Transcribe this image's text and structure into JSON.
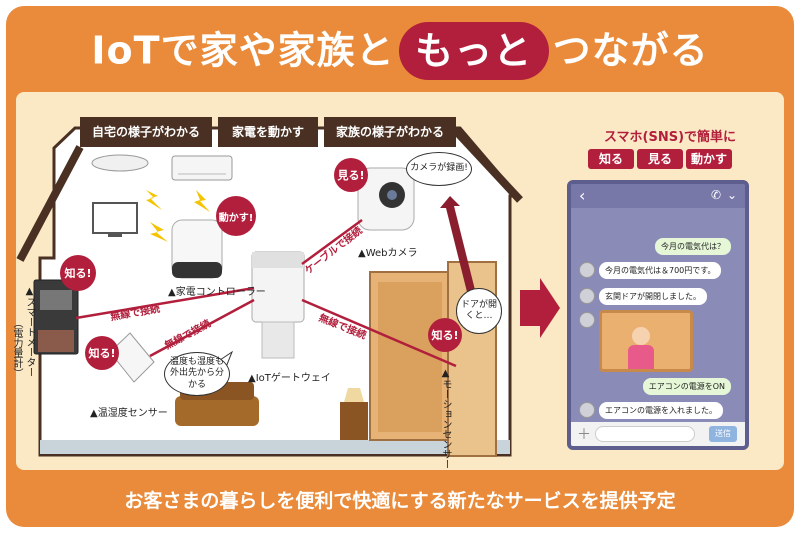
{
  "header": {
    "title_prefix": "IoTで家や家族と",
    "title_emphasis": "もっと",
    "title_suffix": "つながる"
  },
  "tabs": [
    {
      "label": "自宅の様子がわかる"
    },
    {
      "label": "家電を動かす"
    },
    {
      "label": "家族の様子がわかる"
    }
  ],
  "devices": {
    "appliance_controller": "家電コントローラー",
    "iot_gateway": "IoTゲートウェイ",
    "temp_humidity_sensor": "温湿度センサー",
    "web_camera": "Webカメラ",
    "smart_meter": "スマートメーター",
    "smart_meter_sub": "（電力量計）",
    "motion_sensor": "モーションセンサー"
  },
  "marker": "▲",
  "connections": {
    "wireless_1": "無線で接続",
    "wireless_2": "無線で接続",
    "wireless_3": "無線で接続",
    "cable": "ケーブルで接続"
  },
  "callouts": {
    "know_meter": "知る!",
    "know_sensor": "知る!",
    "know_motion": "知る!",
    "see_camera": "見る!",
    "move_controller": "動かす!",
    "camera_recording": "カメラが録画!",
    "sensor_info": "温度も湿度も外出先から分かる",
    "door_open": "ドアが開くと…"
  },
  "sns": {
    "title": "スマホ(SNS)で簡単に",
    "actions": [
      "知る",
      "見る",
      "動かす"
    ],
    "messages": [
      {
        "from": "user",
        "text": "今月の電気代は？"
      },
      {
        "from": "bot",
        "text": "今月の電気代は＆700円です。"
      },
      {
        "from": "bot",
        "text": "玄関ドアが開閉しました。"
      },
      {
        "from": "user",
        "text": "エアコンの電源をON"
      },
      {
        "from": "bot",
        "text": "エアコンの電源を入れました。"
      }
    ],
    "send_label": "送信"
  },
  "footer": {
    "text": "お客さまの暮らしを便利で快適にする新たなサービスを提供予定"
  },
  "colors": {
    "frame": "#e98b3a",
    "panel": "#fbe9c6",
    "accent": "#b21f3c",
    "roof": "#4a3022",
    "house": "#ffffff",
    "phone": "#8b8bb8"
  }
}
